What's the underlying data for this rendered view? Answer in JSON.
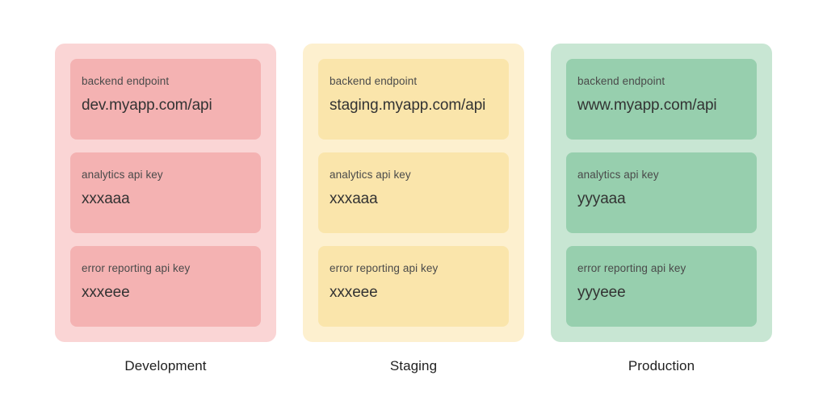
{
  "diagram": {
    "type": "environment-config-comparison",
    "background_color": "#ffffff",
    "label_text_color": "#4a4a4a",
    "value_text_color": "#333333",
    "name_text_color": "#1f1f1f",
    "environments": [
      {
        "id": "development",
        "name": "Development",
        "panel_color": "#fad5d5",
        "card_color": "#f4b2b2",
        "settings": [
          {
            "label": "backend endpoint",
            "value": "dev.myapp.com/api"
          },
          {
            "label": "analytics api key",
            "value": "xxxaaa"
          },
          {
            "label": "error reporting api key",
            "value": "xxxeee"
          }
        ]
      },
      {
        "id": "staging",
        "name": "Staging",
        "panel_color": "#fdf0cf",
        "card_color": "#fae5ab",
        "settings": [
          {
            "label": "backend endpoint",
            "value": "staging.myapp.com/api"
          },
          {
            "label": "analytics api key",
            "value": "xxxaaa"
          },
          {
            "label": "error reporting api key",
            "value": "xxxeee"
          }
        ]
      },
      {
        "id": "production",
        "name": "Production",
        "panel_color": "#c8e6d3",
        "card_color": "#97cfae",
        "settings": [
          {
            "label": "backend endpoint",
            "value": "www.myapp.com/api"
          },
          {
            "label": "analytics api key",
            "value": "yyyaaa"
          },
          {
            "label": "error reporting api key",
            "value": "yyyeee"
          }
        ]
      }
    ]
  }
}
